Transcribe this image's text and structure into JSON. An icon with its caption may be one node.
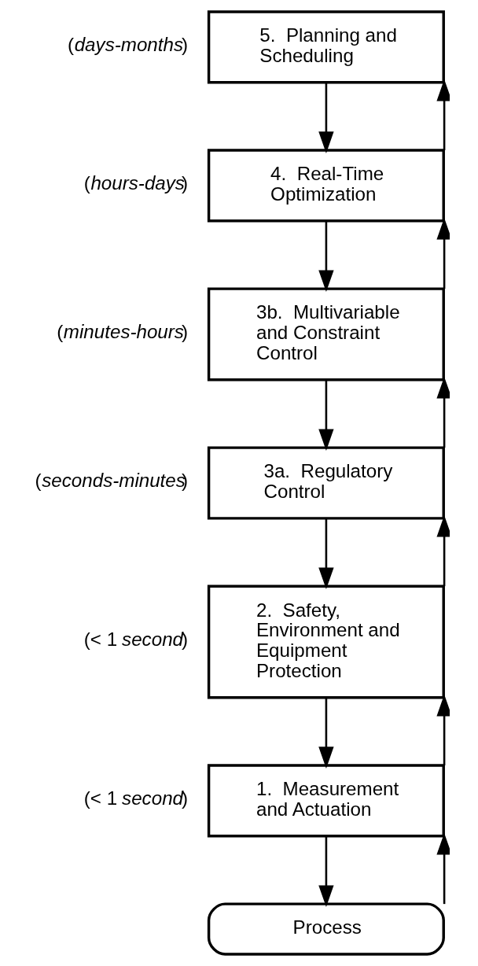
{
  "diagram": {
    "nodes": [
      {
        "text": [
          "5.  Planning and Scheduling"
        ],
        "beside": [
          "(*days-months*)"
        ]
      },
      {
        "text": [
          "4.  Real-Time Optimization"
        ],
        "beside": [
          "(*hours-days*)"
        ]
      },
      {
        "text": [
          "3b.  Multivariable and Constraint Control"
        ],
        "beside": [
          "(*minutes-hours*)"
        ]
      },
      {
        "text": [
          "3a.  Regulatory Control"
        ],
        "beside": [
          "(*seconds-minutes*)"
        ]
      },
      {
        "text": [
          "2.  Safety, Environment and Equipment Protection"
        ],
        "beside": [
          "(< 1 *second*)"
        ]
      },
      {
        "text": [
          "1.  Measurement and Actuation"
        ],
        "beside": [
          "(< 1 *second*)"
        ]
      },
      {
        "text": [
          "Process"
        ]
      }
    ],
    "edges": [
      {
        "from": 0,
        "to": 1,
        "arrow": "to"
      },
      {
        "from": 1,
        "to": 0,
        "arrow": "to"
      },
      {
        "from": 1,
        "to": 2,
        "arrow": "to"
      },
      {
        "from": 2,
        "to": 1,
        "arrow": "to"
      },
      {
        "from": 2,
        "to": 3,
        "arrow": "to"
      },
      {
        "from": 3,
        "to": 2,
        "arrow": "to"
      },
      {
        "from": 3,
        "to": 4,
        "arrow": "to"
      },
      {
        "from": 4,
        "to": 3,
        "arrow": "to"
      },
      {
        "from": 4,
        "to": 5,
        "arrow": "to"
      },
      {
        "from": 5,
        "to": 4,
        "arrow": "to"
      },
      {
        "from": 5,
        "to": 6,
        "arrow": "to"
      },
      {
        "from": 6,
        "to": 5,
        "arrow": "to"
      }
    ]
  }
}
